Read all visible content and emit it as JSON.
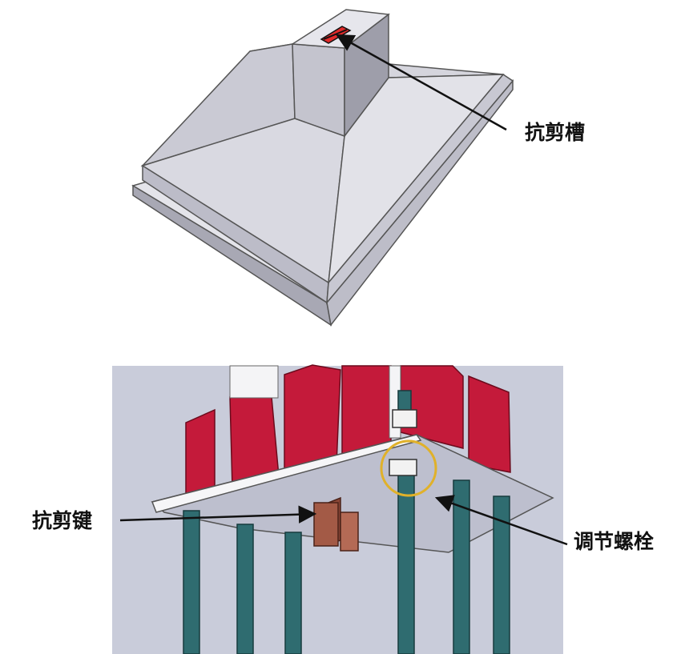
{
  "labels": {
    "shear_groove": "抗剪槽",
    "shear_key": "抗剪键",
    "adjusting_bolt": "调节螺栓"
  },
  "colors": {
    "concrete": "#d4d4dc",
    "panel_background": "#c9ccda",
    "steel_fin": "#c41a3a",
    "base_plate": "#ececf0",
    "anchor_rod": "#2f6c70",
    "shear_key": "#a35a46",
    "highlight_ring": "#e0b12a",
    "groove_marker": "#e12a2a"
  }
}
